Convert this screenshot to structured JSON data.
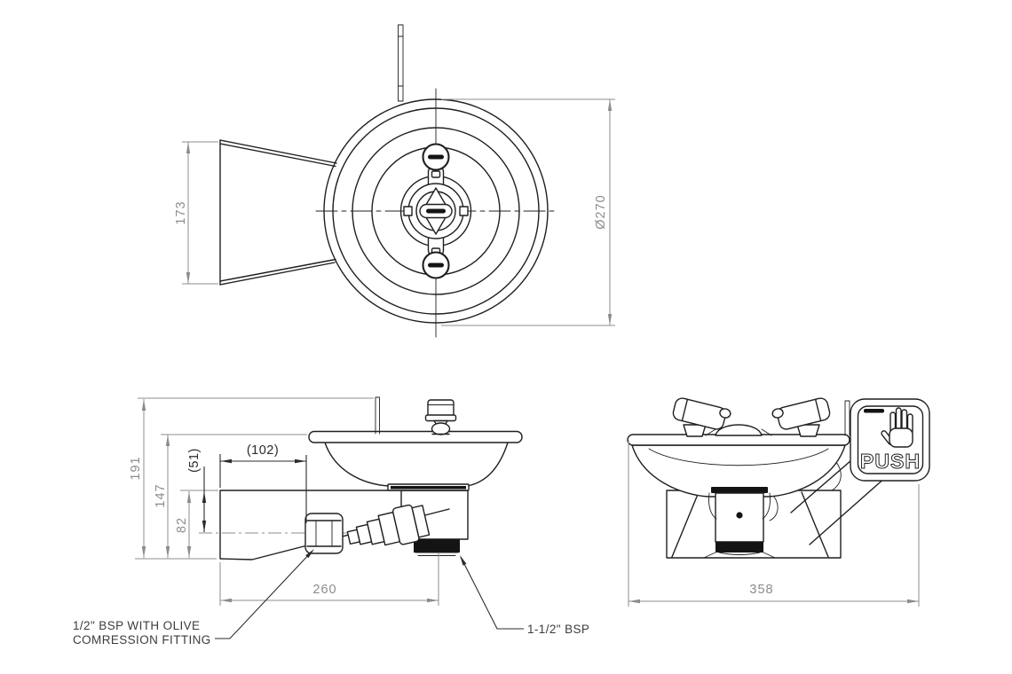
{
  "drawing": {
    "type": "engineering-orthographic-views",
    "subject": "wall-mounted emergency eyewash bowl",
    "plan": {
      "dim_bracket_height": "173",
      "dim_diameter": "Ø270"
    },
    "side": {
      "dim_overall_height": "191",
      "dim_rim_height": "147",
      "dim_bracket_height": "82",
      "dim_inlet_drop": "(51)",
      "dim_inlet_offset": "(102)",
      "dim_projection": "260",
      "label_inlet_line1": "1/2\" BSP WITH OLIVE",
      "label_inlet_line2": "COMRESSION FITTING",
      "label_waste": "1-1/2\" BSP"
    },
    "front": {
      "dim_overall_width": "358",
      "sign": {
        "text": "PUSH",
        "icon": "hand-icon"
      }
    },
    "colors": {
      "geometry": "#1f1f1f",
      "dimension": "#8c8c8c",
      "dimension_emphasis": "#2b2b2b",
      "label": "#3c3c3c",
      "background": "#ffffff"
    }
  }
}
